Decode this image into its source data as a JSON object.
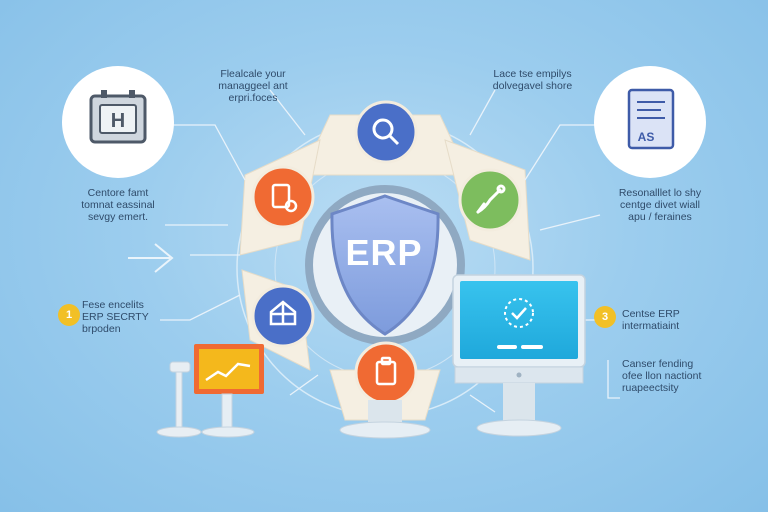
{
  "center": {
    "label": "ERP"
  },
  "texts": {
    "top_left": [
      "Flealcale your",
      "managgeel ant",
      "erpri.foces"
    ],
    "top_right": [
      "Lace tse empilys",
      "dolvegavel shore"
    ],
    "mid_left": [
      "Centore famt",
      "tomnat eassinal",
      "sevgy emert."
    ],
    "mid_right": [
      "Resonalllet lo shy",
      "centge divet wiall",
      "apu / feraines"
    ],
    "low_left": [
      "Fese encelits",
      "ERP SECRTY",
      "brpoden"
    ],
    "low_right_a": [
      "Centse ERP",
      "intermatiaint"
    ],
    "low_right_b": [
      "Canser fending",
      "ofee llon nactiont",
      "ruapeectsity"
    ]
  },
  "badges": {
    "left": "1",
    "right": "3"
  },
  "icons": {
    "hotel": "hotel-sign-icon",
    "document": "document-icon",
    "search": "magnifier-icon",
    "server": "server-icon",
    "tools": "tools-icon",
    "network": "network-icon",
    "clipboard": "clipboard-icon",
    "monitor": "monitor-check-icon",
    "chart": "chart-board-icon"
  },
  "colors": {
    "blue_node": "#4a6fc8",
    "orange_node": "#f06a33",
    "green_node": "#7dbd5e",
    "shield": "#8aa6e2",
    "badge": "#f2c026",
    "screen": "#2ab7e6"
  }
}
